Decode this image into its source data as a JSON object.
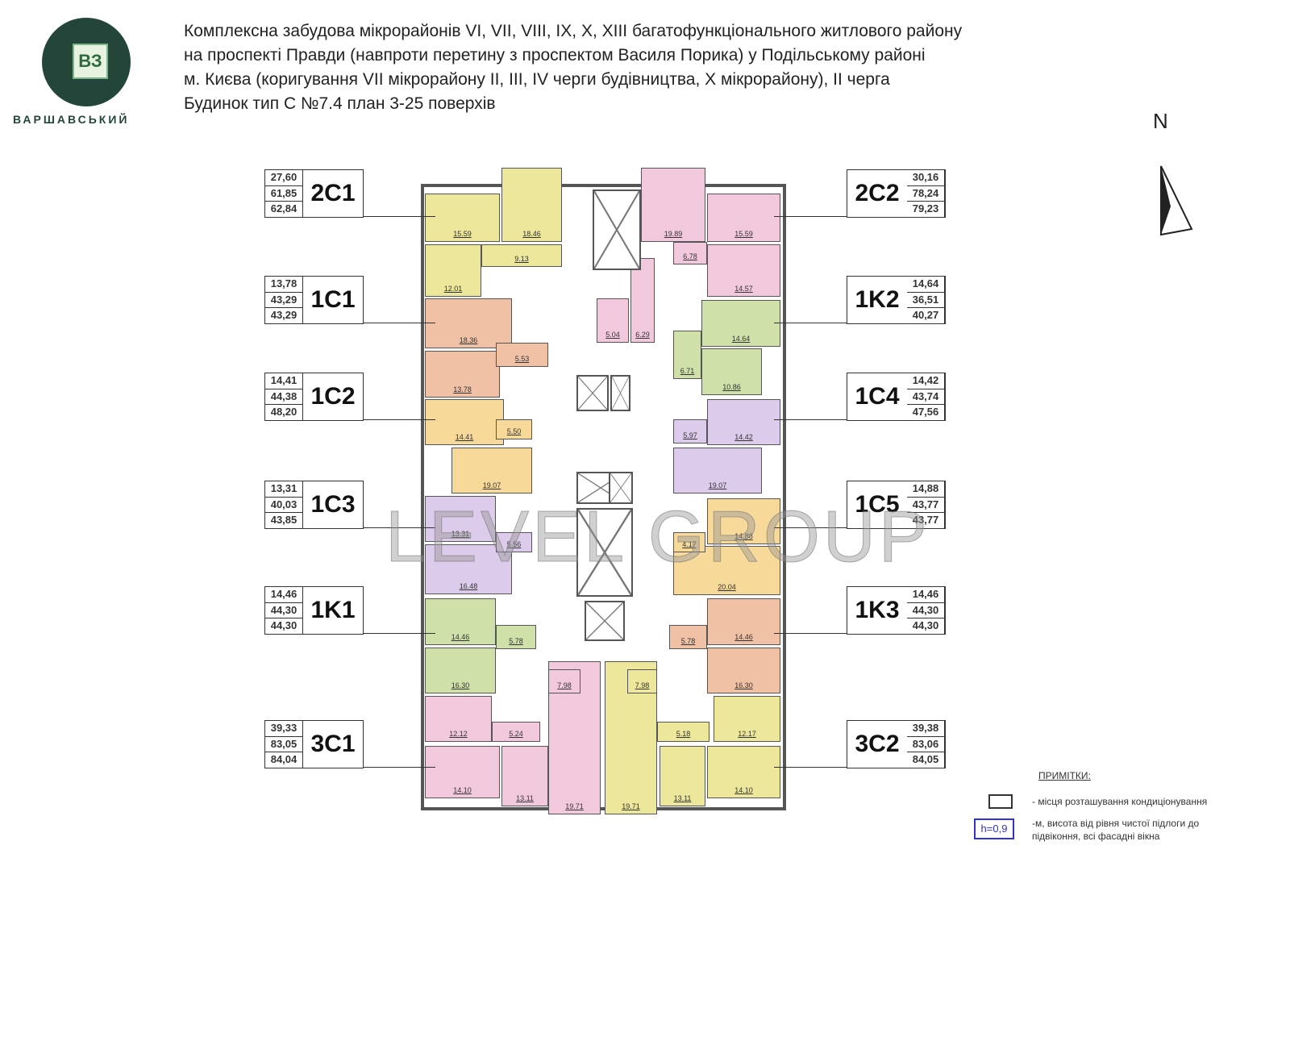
{
  "logo": {
    "letters": "ВЗ",
    "name": "ВАРШАВСЬКИЙ"
  },
  "title_lines": [
    "Комплексна забудова мікрорайонів VI, VII, VIII, IX, X, XIII багатофункціонального житлового району",
    "на проспекті Правди (навпроти перетину з проспектом Василя Порика) у Подільському районі",
    "м. Києва (коригування VII мікрорайону  II, III, IV черги будівництва, X мікрорайону), II черга",
    "Будинок тип С   №7.4     план 3-25 поверхів"
  ],
  "north": "N",
  "watermark": "LEVEL GROUP",
  "colors": {
    "2C1": "#ece79b",
    "1C1": "#f0c1a4",
    "1C2": "#f7d99a",
    "1C3": "#dccbea",
    "1K1": "#cfe0a8",
    "3C1": "#f2c9dc",
    "2C2": "#f2c9dc",
    "1K2": "#cfe0a8",
    "1C4": "#dccbea",
    "1C5": "#f7d99a",
    "1K3": "#f0c1a4",
    "3C2": "#ece79b"
  },
  "apartments": [
    {
      "code": "2C1",
      "values": [
        "27,60",
        "61,85",
        "62,84"
      ]
    },
    {
      "code": "1C1",
      "values": [
        "13,78",
        "43,29",
        "43,29"
      ]
    },
    {
      "code": "1C2",
      "values": [
        "14,41",
        "44,38",
        "48,20"
      ]
    },
    {
      "code": "1C3",
      "values": [
        "13,31",
        "40,03",
        "43,85"
      ]
    },
    {
      "code": "1K1",
      "values": [
        "14,46",
        "44,30",
        "44,30"
      ]
    },
    {
      "code": "3C1",
      "values": [
        "39,33",
        "83,05",
        "84,04"
      ]
    },
    {
      "code": "2C2",
      "values": [
        "30,16",
        "78,24",
        "79,23"
      ]
    },
    {
      "code": "1K2",
      "values": [
        "14,64",
        "36,51",
        "40,27"
      ]
    },
    {
      "code": "1C4",
      "values": [
        "14,42",
        "43,74",
        "47,56"
      ]
    },
    {
      "code": "1C5",
      "values": [
        "14,88",
        "43,77",
        "43,77"
      ]
    },
    {
      "code": "1K3",
      "values": [
        "14,46",
        "44,30",
        "44,30"
      ]
    },
    {
      "code": "3C2",
      "values": [
        "39,38",
        "83,06",
        "84,05"
      ]
    }
  ],
  "rooms": [
    {
      "apt": "2C1",
      "area": "15.59"
    },
    {
      "apt": "2C1",
      "area": "18.46"
    },
    {
      "apt": "2C1",
      "area": "12.01"
    },
    {
      "apt": "2C1",
      "area": "9.13"
    },
    {
      "apt": "1C1",
      "area": "18.36"
    },
    {
      "apt": "1C1",
      "area": "13.78"
    },
    {
      "apt": "1C1",
      "area": "5.53"
    },
    {
      "apt": "1C2",
      "area": "14.41"
    },
    {
      "apt": "1C2",
      "area": "19.07"
    },
    {
      "apt": "1C2",
      "area": "5.50"
    },
    {
      "apt": "1C3",
      "area": "13.31"
    },
    {
      "apt": "1C3",
      "area": "16.48"
    },
    {
      "apt": "1C3",
      "area": "5.56"
    },
    {
      "apt": "1K1",
      "area": "14.46"
    },
    {
      "apt": "1K1",
      "area": "16.30"
    },
    {
      "apt": "1K1",
      "area": "5.78"
    },
    {
      "apt": "3C1",
      "area": "12.12"
    },
    {
      "apt": "3C1",
      "area": "14.10"
    },
    {
      "apt": "3C1",
      "area": "13.11"
    },
    {
      "apt": "3C1",
      "area": "19.71"
    },
    {
      "apt": "3C1",
      "area": "7.98"
    },
    {
      "apt": "3C1",
      "area": "5.24"
    },
    {
      "apt": "2C2",
      "area": "19.89"
    },
    {
      "apt": "2C2",
      "area": "15.59"
    },
    {
      "apt": "2C2",
      "area": "14.57"
    },
    {
      "apt": "2C2",
      "area": "6.78"
    },
    {
      "apt": "2C2",
      "area": "5.04"
    },
    {
      "apt": "2C2",
      "area": "6.29"
    },
    {
      "apt": "1K2",
      "area": "14.64"
    },
    {
      "apt": "1K2",
      "area": "10.86"
    },
    {
      "apt": "1K2",
      "area": "6.71"
    },
    {
      "apt": "1C4",
      "area": "14.42"
    },
    {
      "apt": "1C4",
      "area": "19.07"
    },
    {
      "apt": "1C4",
      "area": "5.97"
    },
    {
      "apt": "1C5",
      "area": "14.88"
    },
    {
      "apt": "1C5",
      "area": "20.04"
    },
    {
      "apt": "1C5",
      "area": "4.17"
    },
    {
      "apt": "1K3",
      "area": "14.46"
    },
    {
      "apt": "1K3",
      "area": "16.30"
    },
    {
      "apt": "1K3",
      "area": "5.78"
    },
    {
      "apt": "3C2",
      "area": "12.17"
    },
    {
      "apt": "3C2",
      "area": "14.10"
    },
    {
      "apt": "3C2",
      "area": "13.11"
    },
    {
      "apt": "3C2",
      "area": "19.71"
    },
    {
      "apt": "3C2",
      "area": "7.98"
    },
    {
      "apt": "3C2",
      "area": "5.18"
    }
  ],
  "notes": {
    "header": "ПРИМІТКИ:",
    "ac": "- місця розташування кондиціонування",
    "h_label": "h=0,9",
    "h_text": "-м, висота від рівня чистої підлоги до підвіконня, всі фасадні вікна"
  }
}
